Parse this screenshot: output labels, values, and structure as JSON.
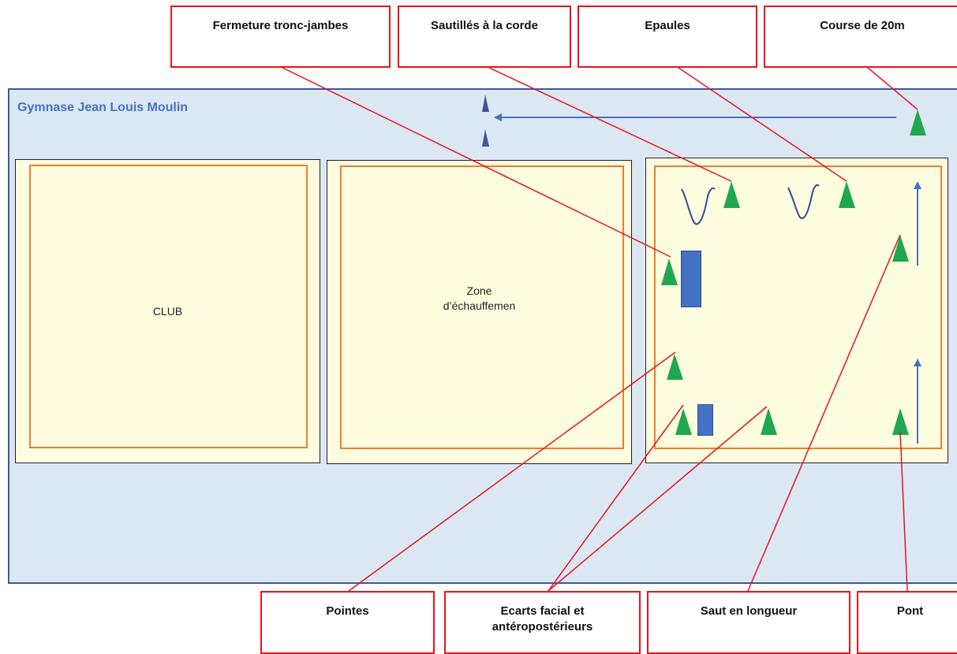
{
  "gym": {
    "title": "Gymnase Jean Louis Moulin"
  },
  "zones": {
    "club": {
      "label": "CLUB"
    },
    "warmup": {
      "label_line1": "Zone",
      "label_line2": "d’échauffemen"
    }
  },
  "callouts": {
    "fermeture": "Fermeture tronc-jambes",
    "sautilles": "Sautillés à la corde",
    "epaules": "Epaules",
    "course": "Course de 20m",
    "pointes": "Pointes",
    "ecarts_line1": "Ecarts facial et",
    "ecarts_line2": "antéropostérieurs",
    "saut": "Saut en longueur",
    "pont": "Pont"
  },
  "colors": {
    "cone": "#1fa84f",
    "marker": "#3d5a99",
    "arrow": "#4472c4",
    "leader": "#e8131c",
    "zone_border": "#ed7d31"
  },
  "icons": [
    "cone-icon",
    "blue-cone-icon",
    "arrow-icon",
    "rope-wave-icon",
    "mat-icon"
  ]
}
